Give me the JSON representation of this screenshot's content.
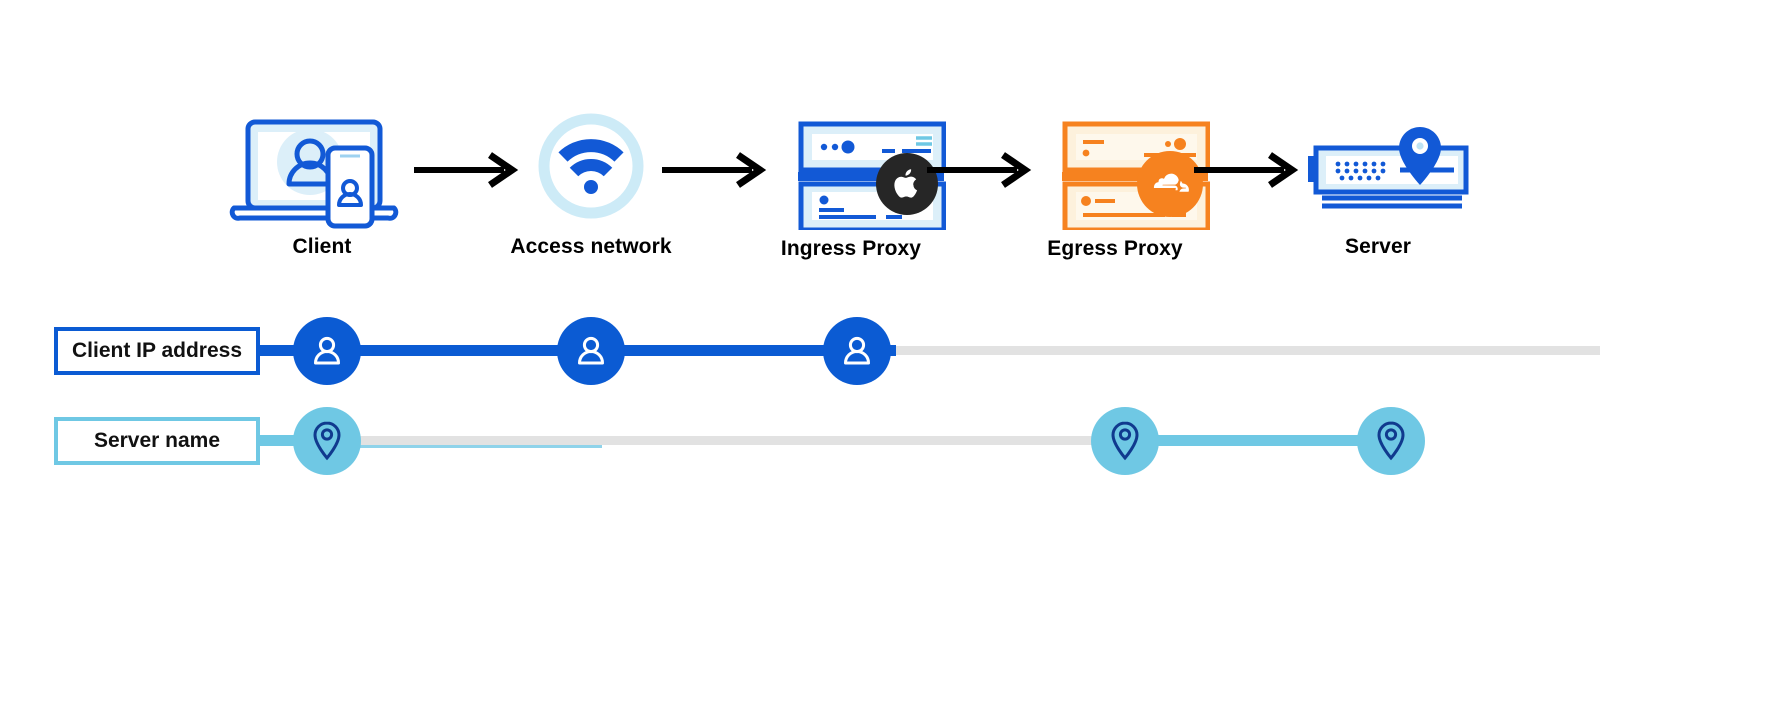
{
  "diagram": {
    "title_present": false,
    "colors": {
      "blue": "#0B5BD3",
      "blue_strong": "#1259D6",
      "light_blue_fill": "#CFEAF7",
      "light_blue": "#6FC8E4",
      "pale_blue": "#D7EEF8",
      "orange": "#F6821F",
      "orange_fill": "#FDF1DC",
      "dark": "#262626",
      "gray_track": "#E2E2E2",
      "navy": "#103A8E",
      "black": "#000000",
      "white": "#FFFFFF"
    },
    "flow": {
      "nodes": [
        {
          "id": "client",
          "label": "Client",
          "icon": "laptop-phone-user-icon",
          "badge": null
        },
        {
          "id": "access-network",
          "label": "Access network",
          "icon": "wifi-icon",
          "badge": null
        },
        {
          "id": "ingress-proxy",
          "label": "Ingress Proxy",
          "icon": "server-rack-blue-icon",
          "badge": "apple-logo-icon"
        },
        {
          "id": "egress-proxy",
          "label": "Egress Proxy",
          "icon": "server-rack-orange-icon",
          "badge": "cloudflare-logo-icon"
        },
        {
          "id": "server",
          "label": "Server",
          "icon": "server-unit-icon",
          "badge": "map-pin-icon"
        }
      ],
      "arrows": [
        {
          "from": "client",
          "to": "access-network"
        },
        {
          "from": "access-network",
          "to": "ingress-proxy"
        },
        {
          "from": "ingress-proxy",
          "to": "egress-proxy"
        },
        {
          "from": "egress-proxy",
          "to": "server"
        }
      ]
    },
    "tracks": [
      {
        "id": "client-ip-address",
        "label": "Client IP address",
        "marker_icon": "user-avatar-icon",
        "accent": "#0B5BD3",
        "visible_at": [
          "client",
          "access-network",
          "ingress-proxy"
        ],
        "hidden_at": [
          "egress-proxy",
          "server"
        ],
        "marker_count": 3
      },
      {
        "id": "server-name",
        "label": "Server name",
        "marker_icon": "map-pin-icon",
        "accent": "#6FC8E4",
        "visible_at": [
          "client",
          "egress-proxy",
          "server"
        ],
        "hidden_at": [
          "access-network",
          "ingress-proxy"
        ],
        "marker_count": 3
      }
    ]
  }
}
